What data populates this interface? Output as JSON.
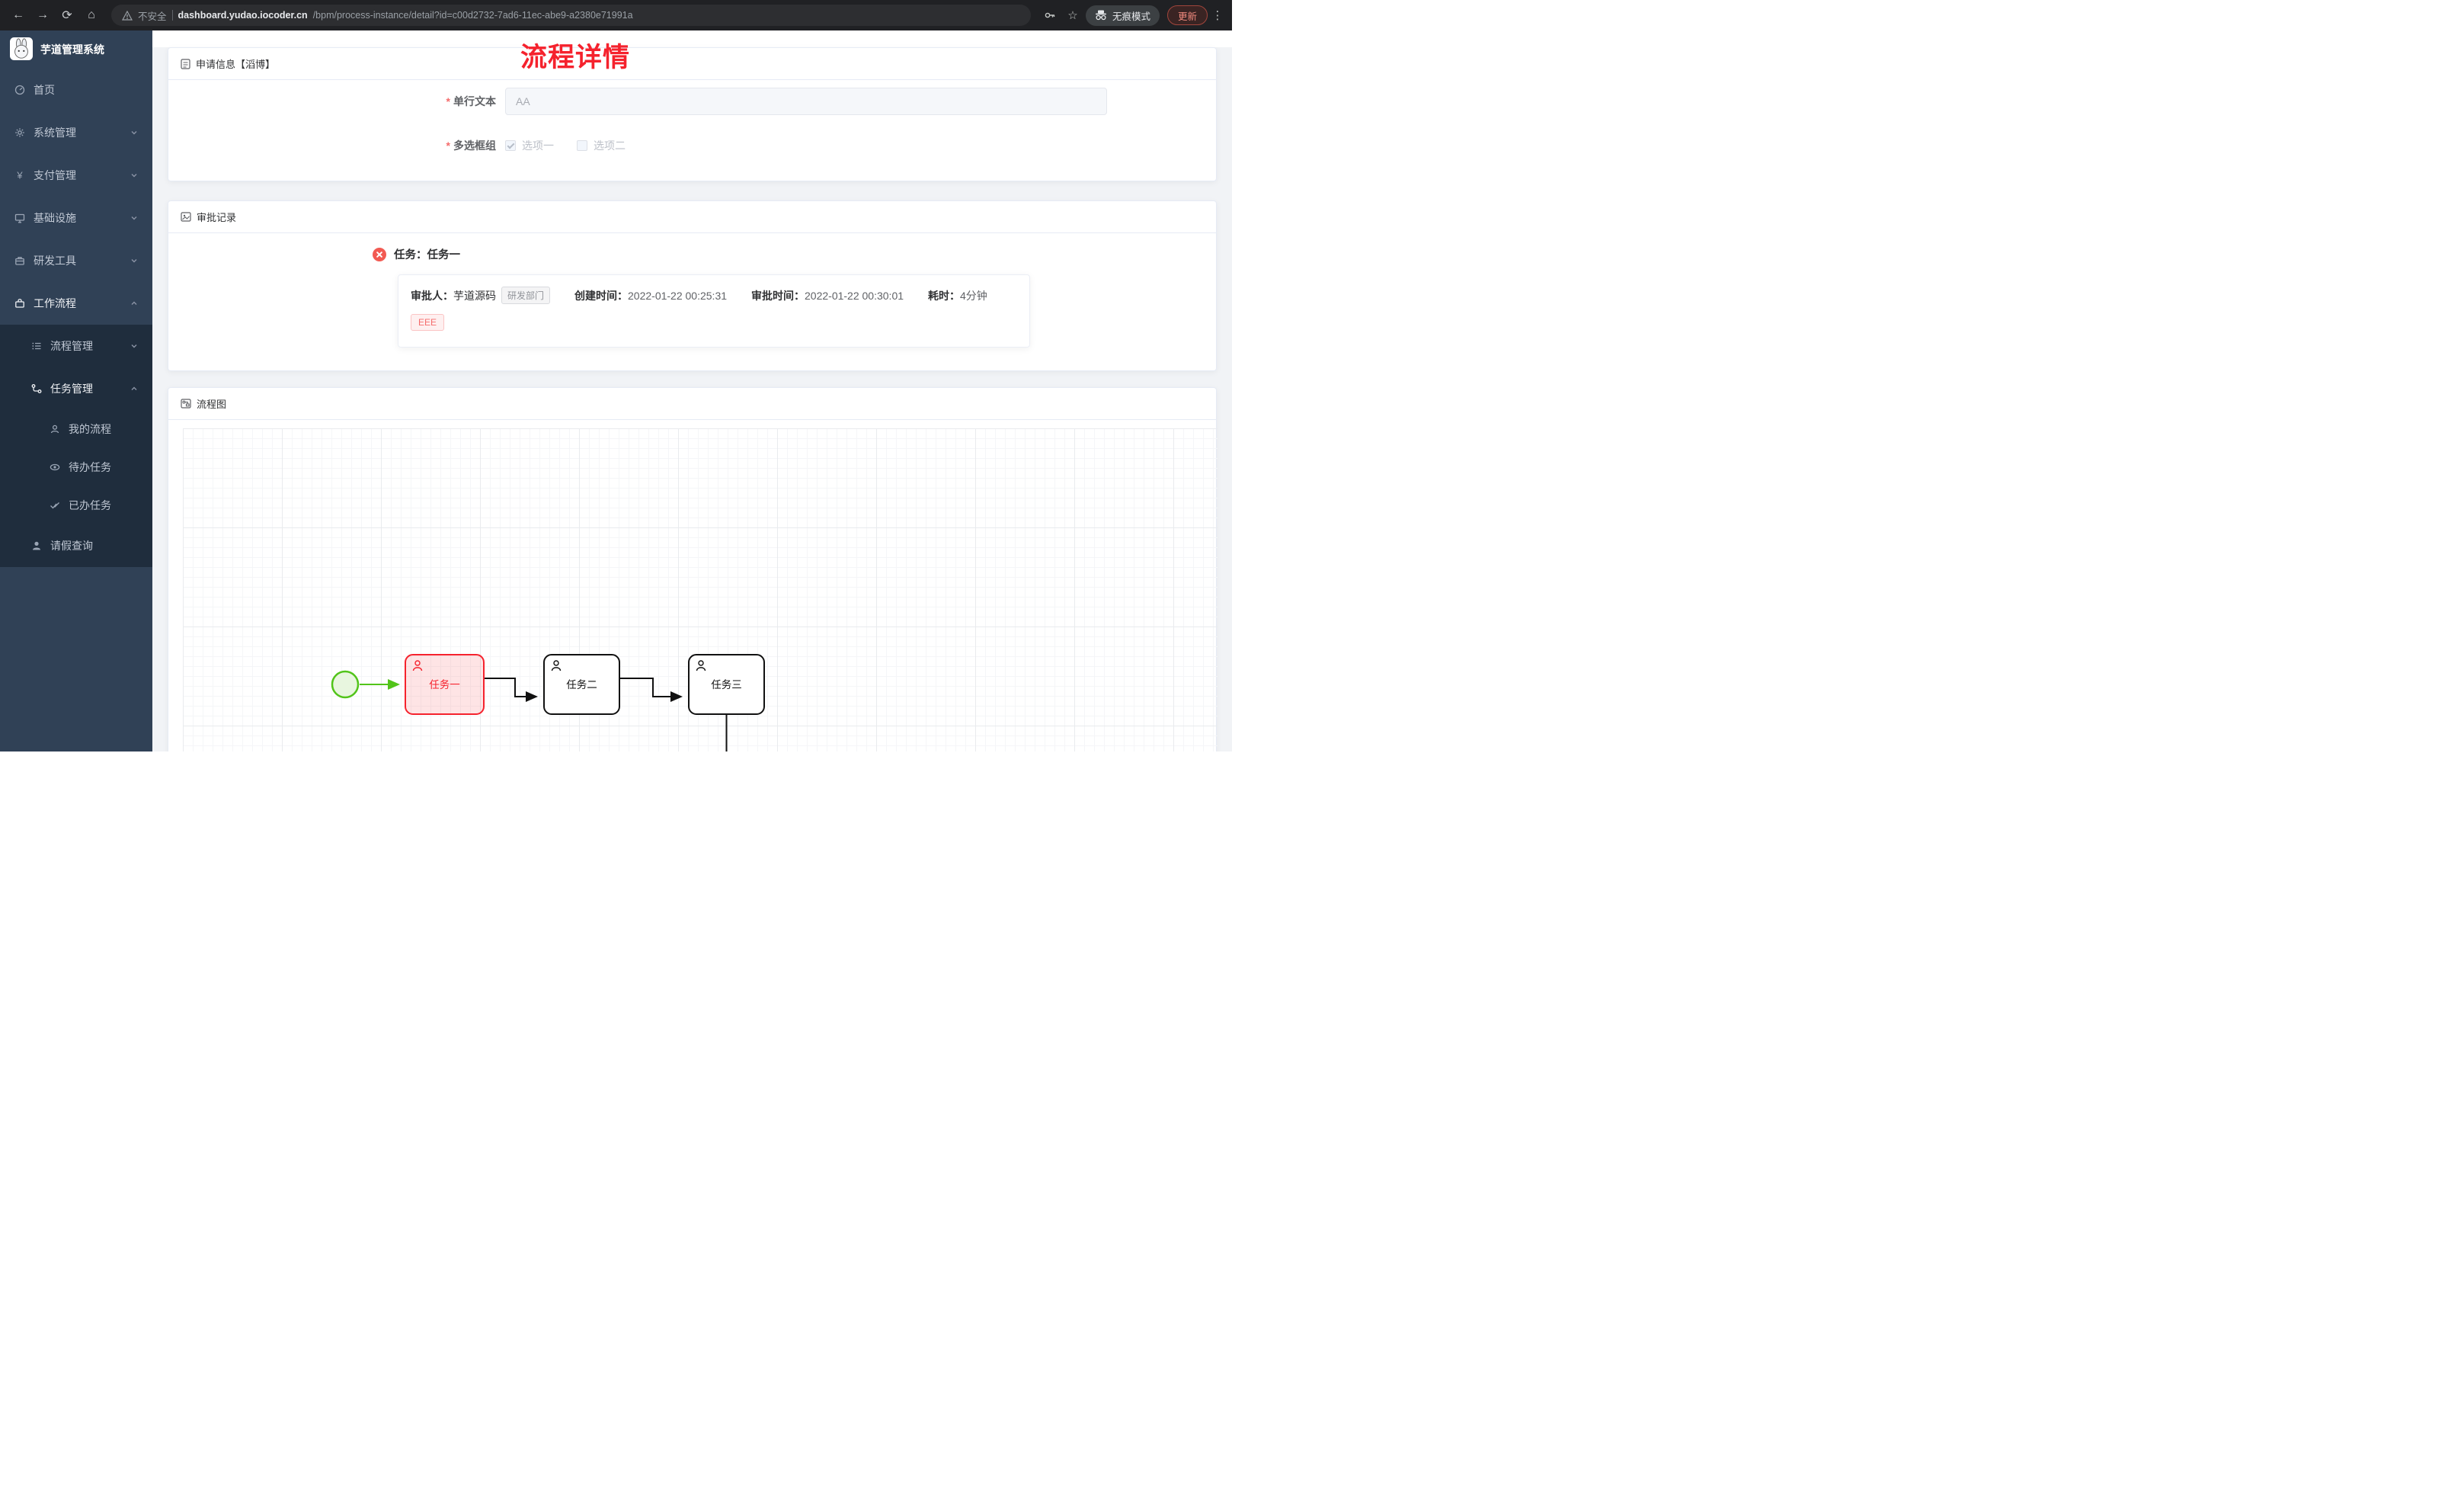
{
  "browser": {
    "security_label": "不安全",
    "url_domain": "dashboard.yudao.iocoder.cn",
    "url_path": "/bpm/process-instance/detail?id=c00d2732-7ad6-11ec-abe9-a2380e71991a",
    "incognito_label": "无痕模式",
    "update_label": "更新"
  },
  "sidebar": {
    "app_title": "芋道管理系统",
    "items": [
      {
        "label": "首页"
      },
      {
        "label": "系统管理"
      },
      {
        "label": "支付管理"
      },
      {
        "label": "基础设施"
      },
      {
        "label": "研发工具"
      },
      {
        "label": "工作流程"
      }
    ],
    "sub_items": [
      {
        "label": "流程管理"
      },
      {
        "label": "任务管理"
      }
    ],
    "task_children": [
      {
        "label": "我的流程"
      },
      {
        "label": "待办任务"
      },
      {
        "label": "已办任务"
      }
    ],
    "leave_item": {
      "label": "请假查询"
    }
  },
  "page": {
    "title": "流程详情"
  },
  "apply_card": {
    "title": "申请信息【滔博】",
    "text_field": {
      "label": "单行文本",
      "value": "AA"
    },
    "checkbox_group": {
      "label": "多选框组",
      "options": [
        {
          "label": "选项一",
          "checked": true
        },
        {
          "label": "选项二",
          "checked": false
        }
      ]
    }
  },
  "approval_card": {
    "title": "审批记录",
    "task_title": "任务：任务一",
    "approver_label": "审批人：",
    "approver_name": "芋道源码",
    "approver_dept": "研发部门",
    "create_label": "创建时间：",
    "create_time": "2022-01-22 00:25:31",
    "approve_label": "审批时间：",
    "approve_time": "2022-01-22 00:30:01",
    "duration_label": "耗时：",
    "duration_value": "4分钟",
    "comment_tag": "EEE"
  },
  "diagram_card": {
    "title": "流程图",
    "nodes": [
      "任务一",
      "任务二",
      "任务三"
    ]
  },
  "colors": {
    "accent_red": "#f5222d",
    "success_green": "#52c41a",
    "sidebar_bg": "#304156"
  }
}
